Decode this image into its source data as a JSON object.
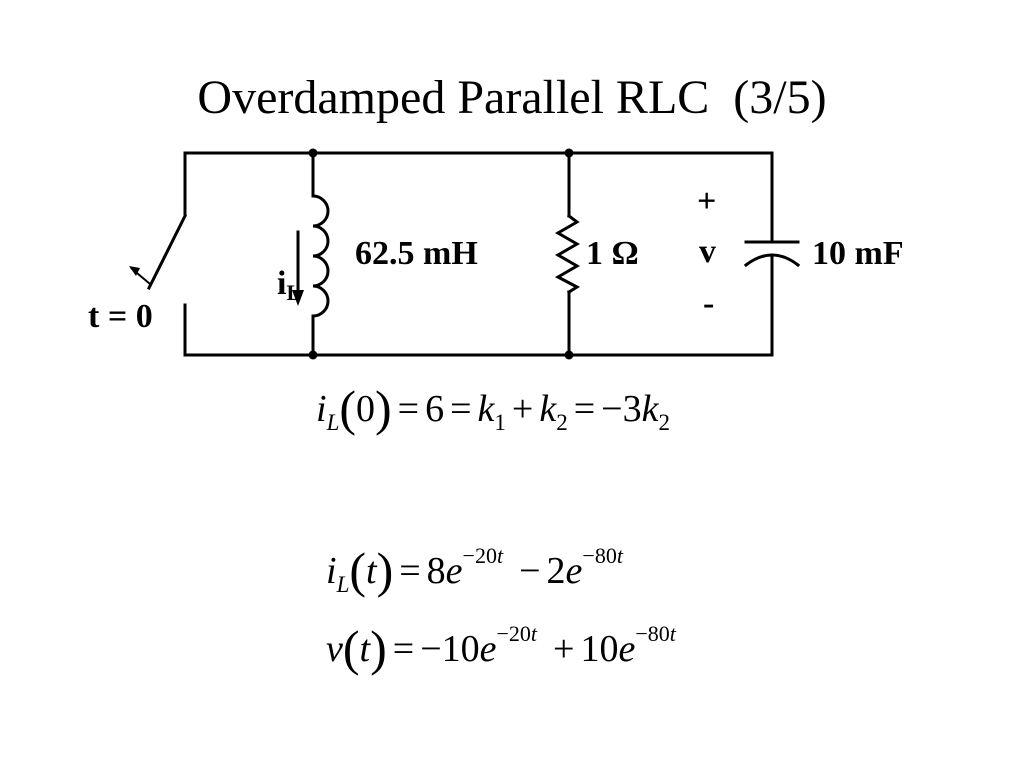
{
  "slide": {
    "title": "Overdamped Parallel RLC  (3/5)"
  },
  "circuit": {
    "switch_label": "t = 0",
    "current_label_main": "i",
    "current_label_sub": "L",
    "inductor_label": "62.5 mH",
    "resistor_label": "1 Ω",
    "voltage_plus": "+",
    "voltage_label": "v",
    "voltage_minus": "-",
    "capacitor_label": "10 mF"
  },
  "equations": {
    "eq1": {
      "lhs_var": "i",
      "lhs_sub": "L",
      "lhs_arg": "0",
      "eq": "=",
      "val": "6",
      "k1": "k",
      "k1_sub": "1",
      "plus": "+",
      "k2": "k",
      "k2_sub": "2",
      "rhs": "−3",
      "k3": "k",
      "k3_sub": "2"
    },
    "eq2": {
      "lhs_var": "i",
      "lhs_sub": "L",
      "lhs_arg": "t",
      "eq": "=",
      "c1": "8",
      "e1": "e",
      "p1": "−20",
      "t1": "t",
      "minus": "−",
      "c2": "2",
      "e2": "e",
      "p2": "−80",
      "t2": "t"
    },
    "eq3": {
      "lhs_var": "v",
      "lhs_arg": "t",
      "eq": "=",
      "c1": "−10",
      "e1": "e",
      "p1": "−20",
      "t1": "t",
      "plus": "+",
      "c2": "10",
      "e2": "e",
      "p2": "−80",
      "t2": "t"
    }
  }
}
